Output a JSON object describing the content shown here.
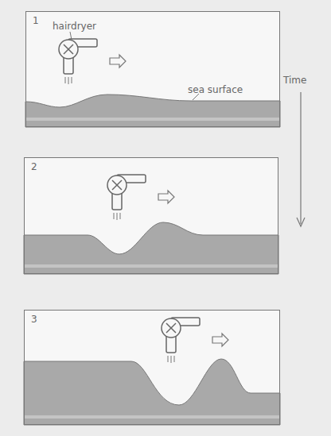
{
  "diagram": {
    "nodes": [
      {
        "text": [
          "1"
        ]
      },
      {
        "text": [
          "2"
        ]
      },
      {
        "text": [
          "3"
        ]
      }
    ],
    "labels": [
      "hairdryer",
      "sea surface",
      "Time"
    ]
  }
}
